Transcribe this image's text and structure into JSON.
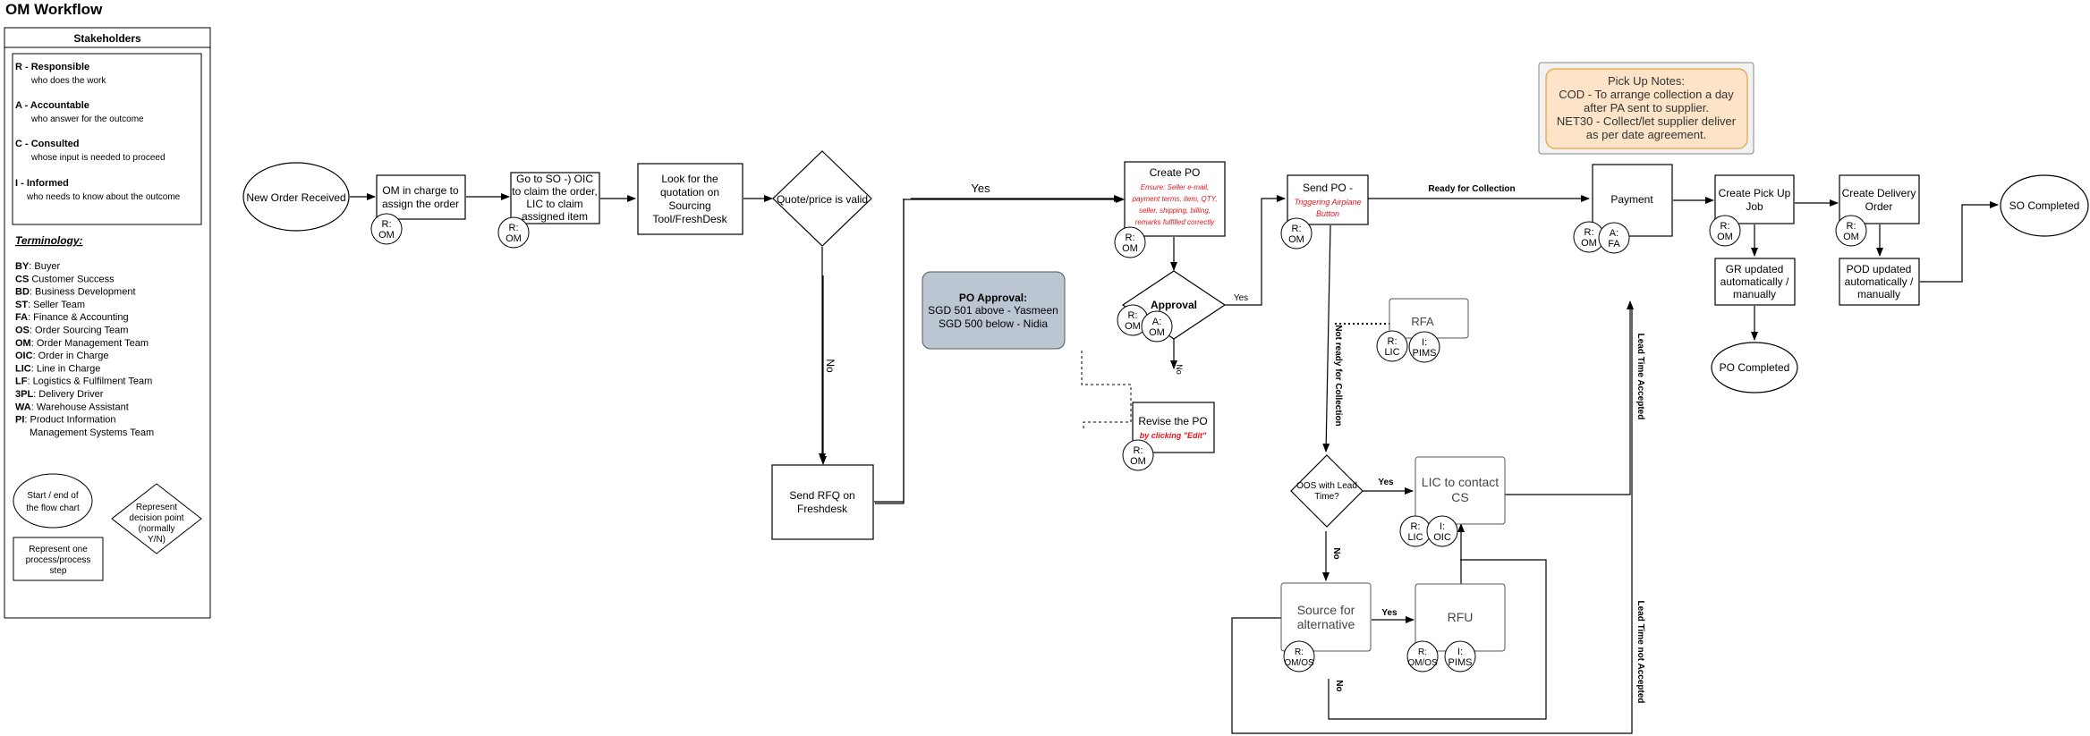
{
  "title": "OM Workflow",
  "legend": {
    "header": "Stakeholders",
    "raci": [
      {
        "key": "R - Responsible",
        "desc": "who does the work"
      },
      {
        "key": "A - Accountable",
        "desc": "who answer for the outcome"
      },
      {
        "key": "C - Consulted",
        "desc": "whose input is needed to proceed"
      },
      {
        "key": "I - Informed",
        "desc": "who needs to know about the outcome"
      }
    ],
    "terminology_title": "Terminology:",
    "terms": [
      {
        "abbr": "BY",
        "def": ": Buyer"
      },
      {
        "abbr": "CS",
        "def": " Customer Success"
      },
      {
        "abbr": "BD",
        "def": ": Business Development"
      },
      {
        "abbr": "ST",
        "def": ": Seller Team"
      },
      {
        "abbr": "FA",
        "def": ": Finance & Accounting"
      },
      {
        "abbr": "OS",
        "def": ": Order Sourcing Team"
      },
      {
        "abbr": "OM",
        "def": ": Order Management Team"
      },
      {
        "abbr": "OIC",
        "def": ": Order in Charge"
      },
      {
        "abbr": "LIC",
        "def": ": Line in Charge"
      },
      {
        "abbr": "LF",
        "def": ": Logistics & Fulfilment Team"
      },
      {
        "abbr": "3PL",
        "def": ": Delivery Driver"
      },
      {
        "abbr": "WA",
        "def": ": Warehouse Assistant"
      },
      {
        "abbr": "PI",
        "def": ": Product Information"
      },
      {
        "abbr": "",
        "def": "Management Systems Team"
      }
    ],
    "shape_start_end": [
      "Start / end of",
      "the flow chart"
    ],
    "shape_decision": [
      "Represent",
      "decision point",
      "(normally",
      "Y/N)"
    ],
    "shape_process": [
      "Represent one",
      "process/process",
      "step"
    ]
  },
  "nodes": {
    "new_order": "New Order Received",
    "om_assign": [
      "OM in charge to",
      "assign the order"
    ],
    "go_to_so": [
      "Go to SO -) OIC",
      "to claim the order,",
      "LIC to claim",
      "assigned item"
    ],
    "look_quotation": [
      "Look for the",
      "quotation on",
      "Sourcing",
      "Tool/FreshDesk"
    ],
    "quote_valid": "Quote/price is valid",
    "send_rfq": [
      "Send RFQ on",
      "Freshdesk"
    ],
    "create_po": "Create PO",
    "create_po_note": [
      "Ensure: Seller e-mail,",
      "payment terms, item, QTY,",
      "seller, shipping, billing,",
      "remarks fulfilled correctly"
    ],
    "approval": "Approval",
    "revise_po": "Revise the PO",
    "revise_po_note": "by clicking \"Edit\"",
    "send_po": "Send PO -",
    "send_po_note": [
      "Triggering Airplane",
      "Button"
    ],
    "rfa": "RFA",
    "oos": [
      "OOS with Lead",
      "Time?"
    ],
    "lic_contact": [
      "LIC to contact",
      "CS"
    ],
    "source_alt": [
      "Source for",
      "alternative"
    ],
    "rfu": "RFU",
    "payment": "Payment",
    "create_pickup": [
      "Create Pick Up",
      "Job"
    ],
    "gr_updated": [
      "GR updated",
      "automatically /",
      "manually"
    ],
    "po_completed": "PO Completed",
    "create_delivery": [
      "Create Delivery",
      "Order"
    ],
    "pod_updated": [
      "POD updated",
      "automatically /",
      "manually"
    ],
    "so_completed": "SO Completed"
  },
  "po_approval_note": [
    "PO Approval:",
    "SGD 501 above - Yasmeen",
    "SGD 500 below  - Nidia"
  ],
  "pickup_notes": [
    "Pick Up Notes:",
    "COD - To arrange collection a day",
    "after PA sent to supplier.",
    "NET30 - Collect/let supplier deliver",
    "as per date agreement."
  ],
  "edge_labels": {
    "yes": "Yes",
    "no": "No",
    "ready_collection": "Ready for Collection",
    "not_ready_collection": "Not ready for Collection",
    "lead_accepted": "Lead Time Accepted",
    "lead_not_accepted": "Lead Time not Accepted"
  },
  "badges": {
    "r_om": [
      "R:",
      "OM"
    ],
    "a_om": [
      "A:",
      "OM"
    ],
    "a_fa": [
      "A:",
      "FA"
    ],
    "r_lic": [
      "R:",
      "LIC"
    ],
    "i_pims": [
      "I:",
      "PIMS"
    ],
    "i_oic": [
      "I:",
      "OIC"
    ],
    "r_om_os": [
      "R:",
      "OM/OS"
    ]
  },
  "colors": {
    "po_approval_fill": "#bcc6d2",
    "pickup_outer_fill": "#f2f2f2",
    "pickup_inner_fill": "#fde3c7",
    "pickup_inner_stroke": "#e8a040",
    "note_red": "#e8141c"
  }
}
